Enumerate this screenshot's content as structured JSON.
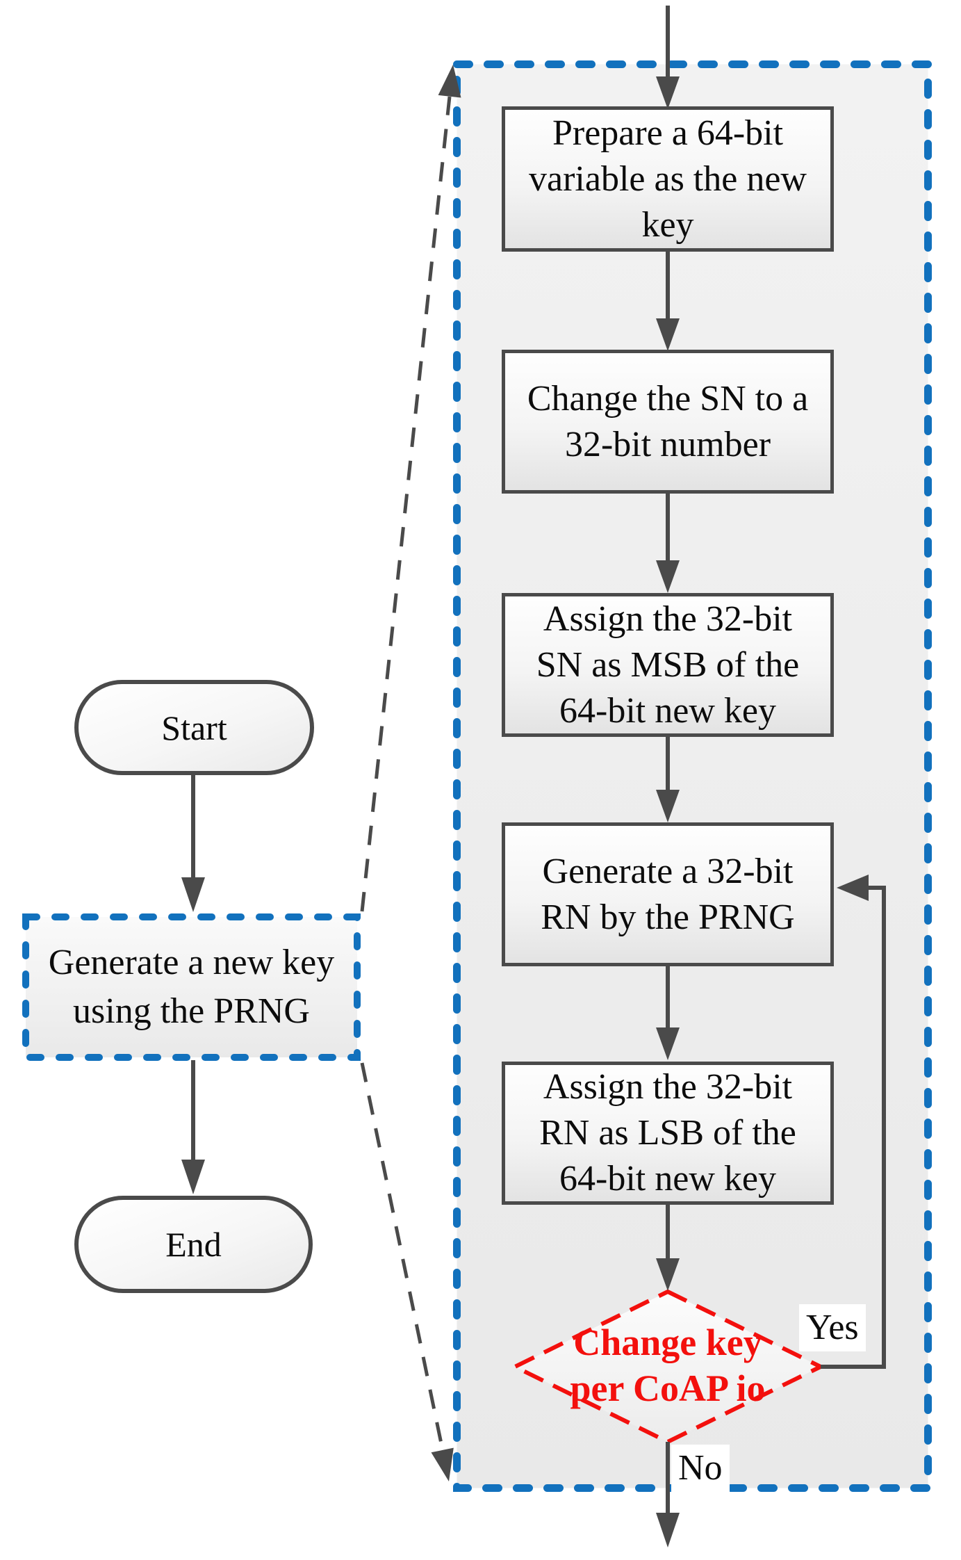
{
  "colors": {
    "accent_blue": "#1271bd",
    "accent_red": "#f3100d",
    "line_gray": "#4a4a4a",
    "text_black": "#0c0c0c"
  },
  "left_flow": {
    "start_label": "Start",
    "process_label": "Generate a new key\nusing the PRNG",
    "end_label": "End"
  },
  "detail_flow": {
    "steps": [
      "Prepare a 64-bit\nvariable as the new\nkey",
      "Change the SN to a\n32-bit number",
      "Assign the 32-bit\nSN as MSB of the\n64-bit new key",
      "Generate a 32-bit\nRN by the PRNG",
      "Assign the 32-bit\nRN as LSB of the\n64-bit new key"
    ],
    "decision_label": "Change key\nper CoAP io",
    "yes_label": "Yes",
    "no_label": "No"
  }
}
